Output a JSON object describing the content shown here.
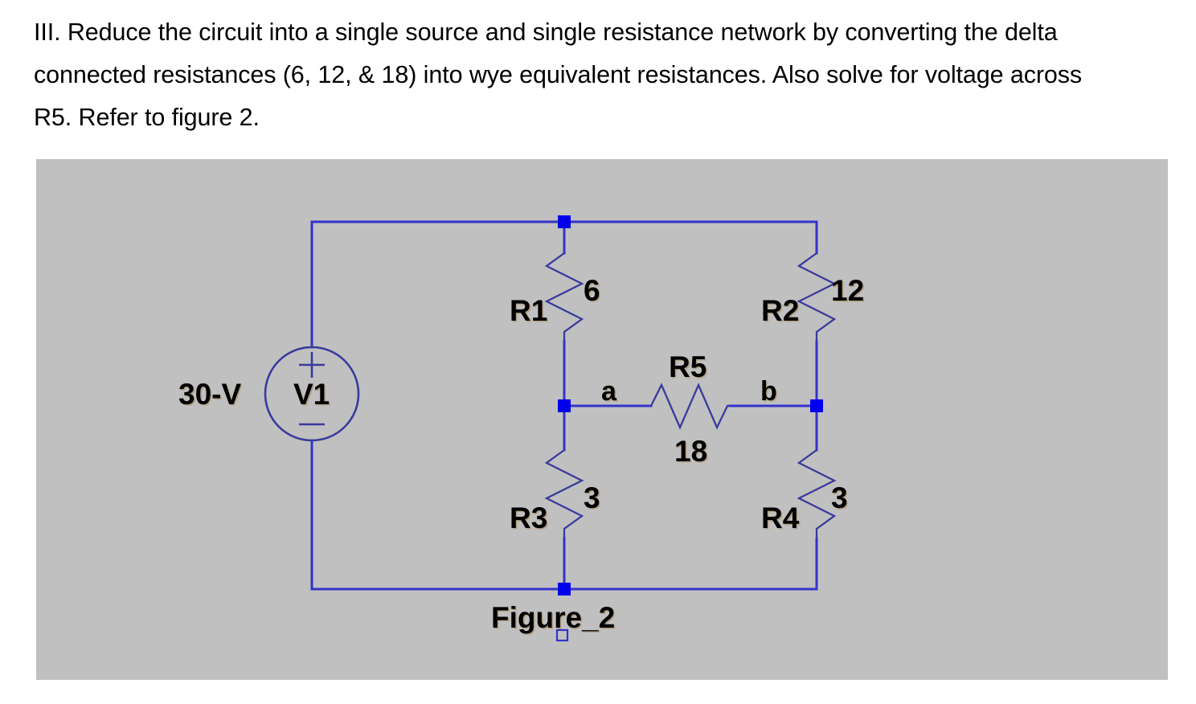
{
  "problem": {
    "text": "III. Reduce the circuit into a single source and single resistance network by converting the delta connected resistances (6, 12, & 18) into wye equivalent resistances. Also solve for voltage across R5. Refer to figure 2."
  },
  "figure": {
    "caption": "Figure_2",
    "background_color": "#c0c0c0",
    "wire_color": "#3333cc",
    "node_color": "#0000ee",
    "source": {
      "label": "V1",
      "value_label": "30-V",
      "plus_sign": "+",
      "minus_sign": "−"
    },
    "nodes": [
      {
        "id": "node-top",
        "label": ""
      },
      {
        "id": "node-a",
        "label": "a"
      },
      {
        "id": "node-b",
        "label": "b"
      },
      {
        "id": "node-bottom",
        "label": ""
      }
    ],
    "resistors": [
      {
        "ref": "R1",
        "value": "6",
        "orientation": "vertical",
        "position": "upper-left"
      },
      {
        "ref": "R2",
        "value": "12",
        "orientation": "vertical",
        "position": "upper-right"
      },
      {
        "ref": "R3",
        "value": "3",
        "orientation": "vertical",
        "position": "lower-left"
      },
      {
        "ref": "R4",
        "value": "3",
        "orientation": "vertical",
        "position": "lower-right"
      },
      {
        "ref": "R5",
        "value": "18",
        "orientation": "horizontal",
        "position": "bridge"
      }
    ],
    "ground_symbol": "ground-terminal"
  }
}
